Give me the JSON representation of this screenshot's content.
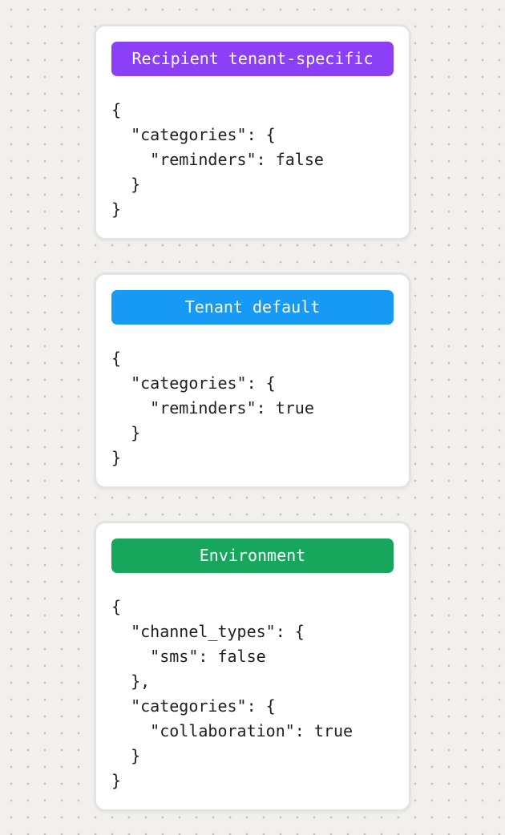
{
  "canvas": {
    "background_color": "#f1f0ef",
    "dot_color": "#c6c4c2"
  },
  "cards": [
    {
      "label": "Recipient tenant-specific",
      "badge_color": "#8b3ff6",
      "code": "{\n  \"categories\": {\n    \"reminders\": false\n  }\n}"
    },
    {
      "label": "Tenant default",
      "badge_color": "#169af5",
      "code": "{\n  \"categories\": {\n    \"reminders\": true\n  }\n}"
    },
    {
      "label": "Environment",
      "badge_color": "#17a75c",
      "code": "{\n  \"channel_types\": {\n    \"sms\": false\n  },\n  \"categories\": {\n    \"collaboration\": true\n  }\n}"
    }
  ]
}
